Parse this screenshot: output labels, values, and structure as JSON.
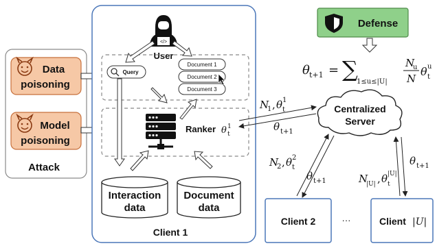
{
  "attack": {
    "title": "Attack",
    "data_poisoning": [
      "Data",
      "poisoning"
    ],
    "model_poisoning": [
      "Model",
      "poisoning"
    ]
  },
  "defense": {
    "title": "Defense"
  },
  "client1": {
    "title": "Client 1",
    "user_label": "User",
    "query_label": "Query",
    "documents": [
      "Document 1",
      "Document 2",
      "Document 3"
    ],
    "ranker_label": "Ranker",
    "interaction_data": [
      "Interaction",
      "data"
    ],
    "document_data": [
      "Document",
      "data"
    ]
  },
  "server": {
    "label": [
      "Centralized",
      "Server"
    ]
  },
  "clients": {
    "client2": "Client 2",
    "ellipsis": "···",
    "client_u_prefix": "Client"
  },
  "formula": {
    "lhs": "θ",
    "lhs_sub": "t+1",
    "eq": "=",
    "sum": "∑",
    "sum_sub": "1≤u≤|U|",
    "frac_num": "N",
    "frac_num_sub": "u",
    "frac_den": "N",
    "theta": "θ",
    "theta_sub": "t",
    "theta_sup": "u"
  },
  "edge_labels": {
    "n1": "N",
    "n1_sub": "1",
    "theta1": "θ",
    "theta1_sub": "t",
    "theta1_sup": "1",
    "theta_next": "θ",
    "theta_next_sub": "t+1",
    "n2": "N",
    "n2_sub": "2",
    "theta2_sup": "2",
    "nu_sub": "|U|",
    "thetau_sup": "|U|",
    "ranker_theta_sup": "1"
  },
  "colors": {
    "attack_fill": "#f6c8a6",
    "attack_stroke": "#c7703c",
    "defense_fill": "#8fd08a",
    "client_border": "#4a76b8"
  }
}
